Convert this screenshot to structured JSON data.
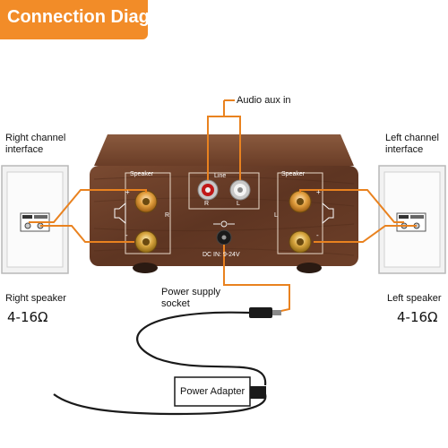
{
  "title": "Connection Diagram",
  "labels": {
    "audio_aux_in": "Audio aux in",
    "right_channel_interface": [
      "Right channel",
      "interface"
    ],
    "left_channel_interface": [
      "Left channel",
      "interface"
    ],
    "right_speaker": "Right speaker",
    "left_speaker": "Left speaker",
    "right_impedance": "4-16Ω",
    "left_impedance": "4-16Ω",
    "power_supply_socket": [
      "Power supply",
      "socket"
    ],
    "power_adapter": "Power Adapter"
  },
  "device_panel": {
    "speaker_left_label": "Speaker",
    "speaker_right_label": "Speaker",
    "line_label": "Line",
    "channel_r": "R",
    "channel_l": "L",
    "rca_r": "R",
    "rca_l": "L",
    "plus": "+",
    "minus": "-",
    "dc_in": "DC IN: 9-24V"
  },
  "colors": {
    "accent_orange": "#f28c28",
    "wood": "#6b3d27",
    "wire": "#e9821f"
  }
}
